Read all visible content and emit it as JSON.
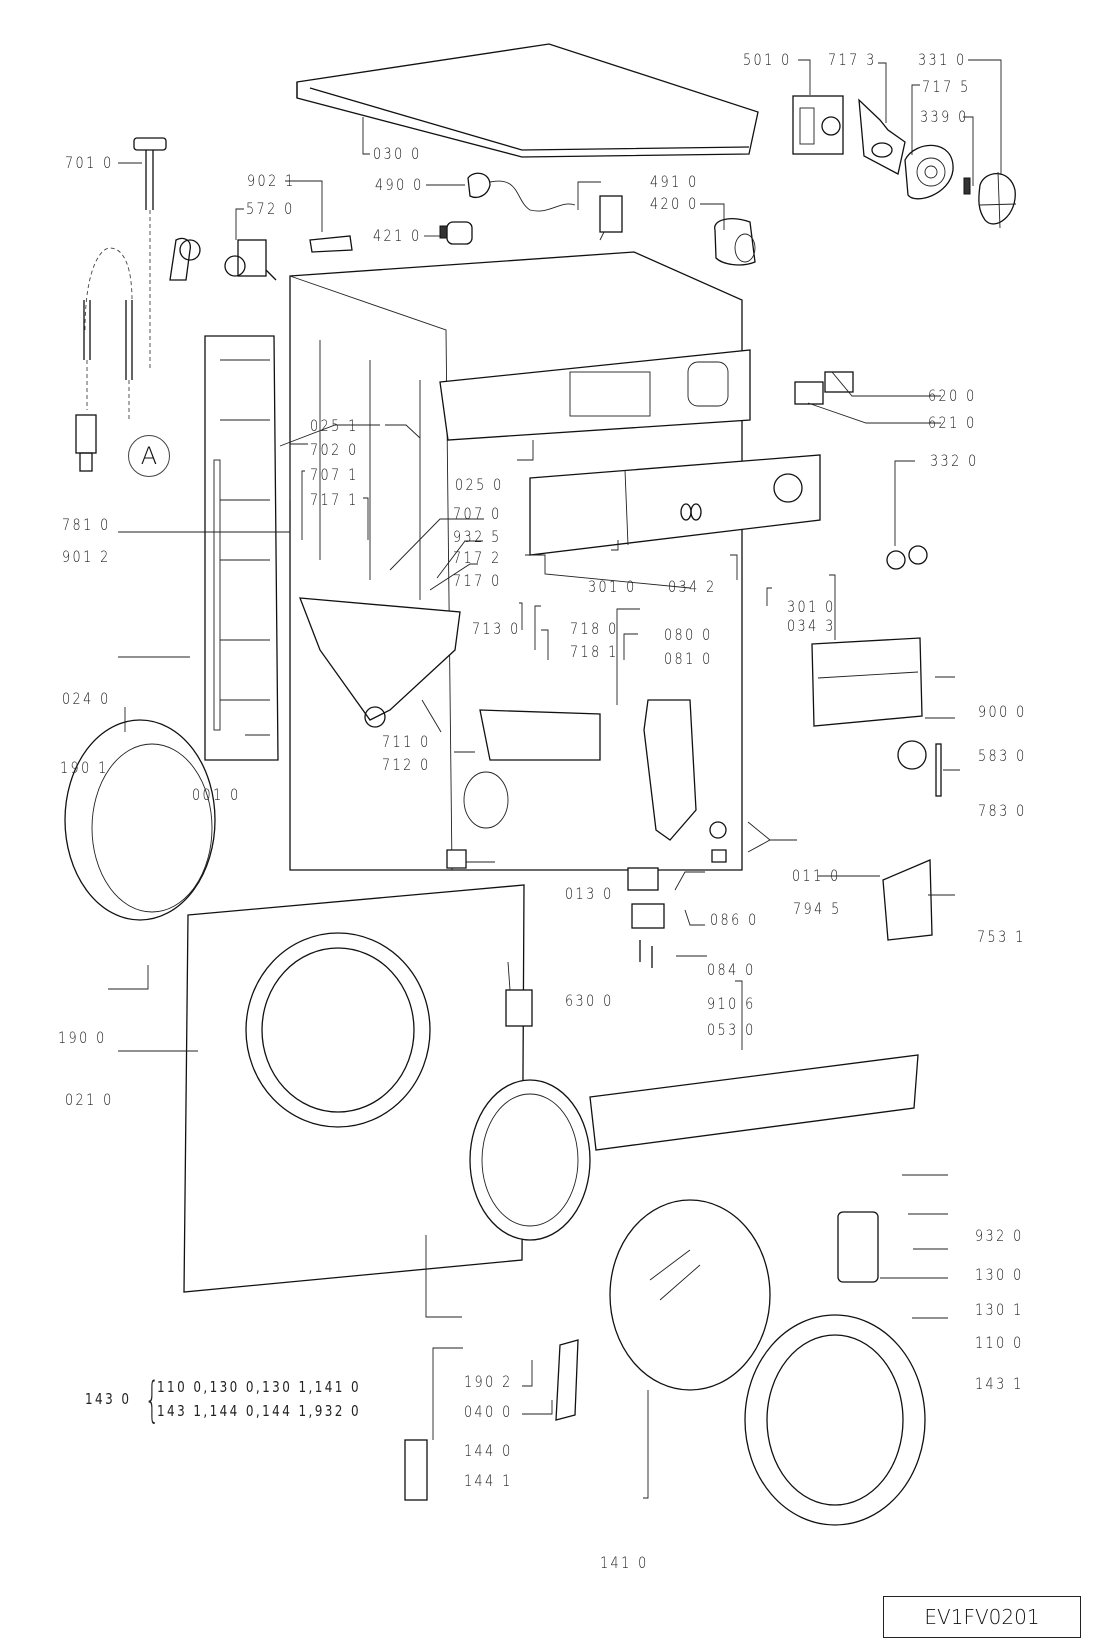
{
  "diagram": {
    "title_code": "EV1FV0201",
    "callout_marker": "A",
    "parts": {
      "p0300": "030 0",
      "p7010": "701 0",
      "p9021": "902 1",
      "p5720": "572 0",
      "p4900": "490 0",
      "p4210": "421 0",
      "p4910": "491 0",
      "p4200": "420 0",
      "p5010": "501 0",
      "p7173": "717 3",
      "p3310": "331 0",
      "p7175": "717 5",
      "p3390": "339 0",
      "p6200": "620 0",
      "p6210": "621 0",
      "p0251": "025 1",
      "p7020": "702 0",
      "p7071": "707 1",
      "p7171": "717 1",
      "p0250": "025 0",
      "p7070": "707 0",
      "p9325": "932 5",
      "p7172": "717 2",
      "p7170": "717 0",
      "p7810": "781 0",
      "p9012": "901 2",
      "p3320": "332 0",
      "p3010a": "301 0",
      "p0342": "034 2",
      "p3010b": "301 0",
      "p0343": "034 3",
      "p7130": "713 0",
      "p7180": "718 0",
      "p7181": "718 1",
      "p0800": "080 0",
      "p0810": "081 0",
      "p0240": "024 0",
      "p7110": "711 0",
      "p7120": "712 0",
      "p9000": "900 0",
      "p5830": "583 0",
      "p1901": "190 1",
      "p0010": "001 0",
      "p7830": "783 0",
      "p0110": "011 0",
      "p0130": "013 0",
      "p0860": "086 0",
      "p7945": "794 5",
      "p7531": "753 1",
      "p0840": "084 0",
      "p6300": "630 0",
      "p9106": "910 6",
      "p0530": "053 0",
      "p1900": "190 0",
      "p0210": "021 0",
      "p9320": "932 0",
      "p1300": "130 0",
      "p1301": "130 1",
      "p1100": "110 0",
      "p1431": "143 1",
      "p1902": "190 2",
      "p0400": "040 0",
      "p1440": "144 0",
      "p1441": "144 1",
      "p1410": "141 0"
    },
    "assembly": {
      "head": "143 0",
      "line1": "110 0,130 0,130 1,141 0",
      "line2": "143 1,144 0,144 1,932 0"
    }
  }
}
